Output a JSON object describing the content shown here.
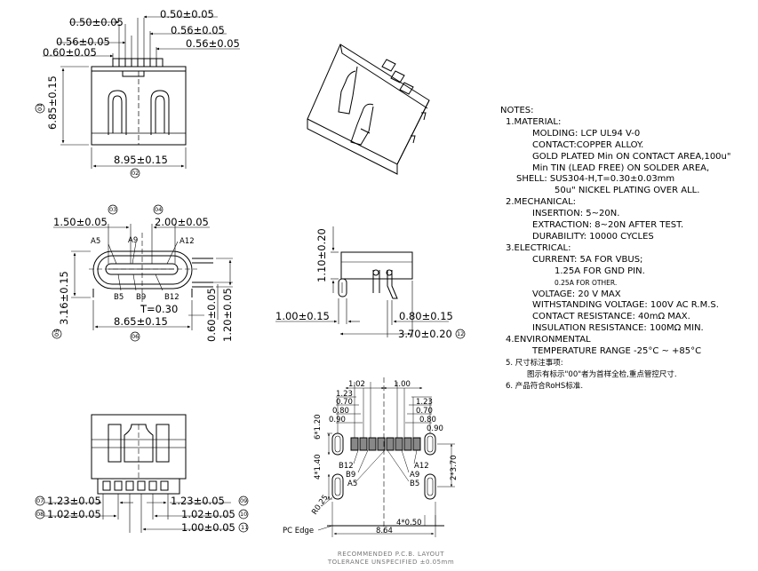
{
  "top_view": {
    "dims": [
      "0.50±0.05",
      "0.50±0.05",
      "0.56±0.05",
      "0.56±0.05",
      "0.60±0.05",
      "0.56±0.05"
    ],
    "height": "6.85±0.15",
    "width": "8.95±0.15",
    "ref_height": "01",
    "ref_width": "02"
  },
  "front_view": {
    "dim_left": "1.50±0.05",
    "dim_right": "2.00±0.05",
    "ref_left": "03",
    "ref_right": "04",
    "pins": [
      "A5",
      "A9",
      "A12",
      "B5",
      "B9",
      "B12"
    ],
    "thickness": "T=0.30",
    "width": "8.65±0.15",
    "ref_width": "06",
    "height": "3.16±0.15",
    "ref_height": "05",
    "dim_v1": "0.60±0.05",
    "dim_v2": "1.20±0.05"
  },
  "side_view": {
    "height": "1.10±0.20",
    "dim_left": "1.00±0.15",
    "dim_right": "0.80±0.15",
    "length": "3.70±0.20",
    "ref_length": "12"
  },
  "bottom_view": {
    "rows": [
      {
        "left": "1.23±0.05",
        "ref_left": "07",
        "right": "1.23±0.05",
        "ref_right": "09"
      },
      {
        "left": "1.02±0.05",
        "ref_left": "08",
        "right": "1.02±0.05",
        "ref_right": "10"
      },
      {
        "right": "1.00±0.05",
        "ref_right": "11"
      }
    ]
  },
  "pcb_layout": {
    "top_dims": [
      "1.02",
      "1.00"
    ],
    "left_stack": [
      "1.23",
      "0.70",
      "0.80",
      "0.90"
    ],
    "right_stack": [
      "1.23",
      "0.70",
      "0.80",
      "0.90"
    ],
    "left_vertical": [
      "6*1.20",
      "4*1.40"
    ],
    "right_vertical": "2*3.70",
    "pins_left": [
      "B12",
      "B9",
      "A5"
    ],
    "pins_right": [
      "A12",
      "A9",
      "B5"
    ],
    "slot": "4*0.50",
    "width": "8.64",
    "radius": "R0.25",
    "edge_label": "PC Edge"
  },
  "notes": {
    "title": "NOTES:",
    "s1": "1.MATERIAL:",
    "m1": "MOLDING: LCP UL94 V-0",
    "m2": "CONTACT:COPPER ALLOY.",
    "m3": "GOLD PLATED Min ON CONTACT AREA,100u\"",
    "m4": "Min TIN (LEAD FREE) ON SOLDER AREA,",
    "m5": "SHELL: SUS304-H,T=0.30±0.03mm",
    "m6": "50u\" NICKEL PLATING OVER ALL.",
    "s2": "2.MECHANICAL:",
    "k1": "INSERTION: 5~20N.",
    "k2": "EXTRACTION: 8~20N AFTER TEST.",
    "k3": "DURABILITY: 10000 CYCLES",
    "s3": "3.ELECTRICAL:",
    "e1": "CURRENT: 5A FOR VBUS;",
    "e2": "1.25A FOR GND PIN.",
    "e3": "0.25A FOR OTHER.",
    "e4": "VOLTAGE: 20 V MAX",
    "e5": "WITHSTANDING VOLTAGE: 100V AC R.M.S.",
    "e6": "CONTACT RESISTANCE: 40mΩ MAX.",
    "e7": "INSULATION RESISTANCE: 100MΩ MIN.",
    "s4": "4.ENVIRONMENTAL",
    "v1": "TEMPERATURE RANGE -25°C ~ +85°C",
    "s5": "5. 尺寸标注事项:",
    "c1": "图示有标示\"00\"者为首样全检,重点管控尺寸.",
    "s6": "6. 产品符合RoHS标准."
  },
  "footer": {
    "line1": "RECOMMENDED P.C.B. LAYOUT",
    "line2": "TOLERANCE UNSPECIFIED ±0.05mm"
  }
}
